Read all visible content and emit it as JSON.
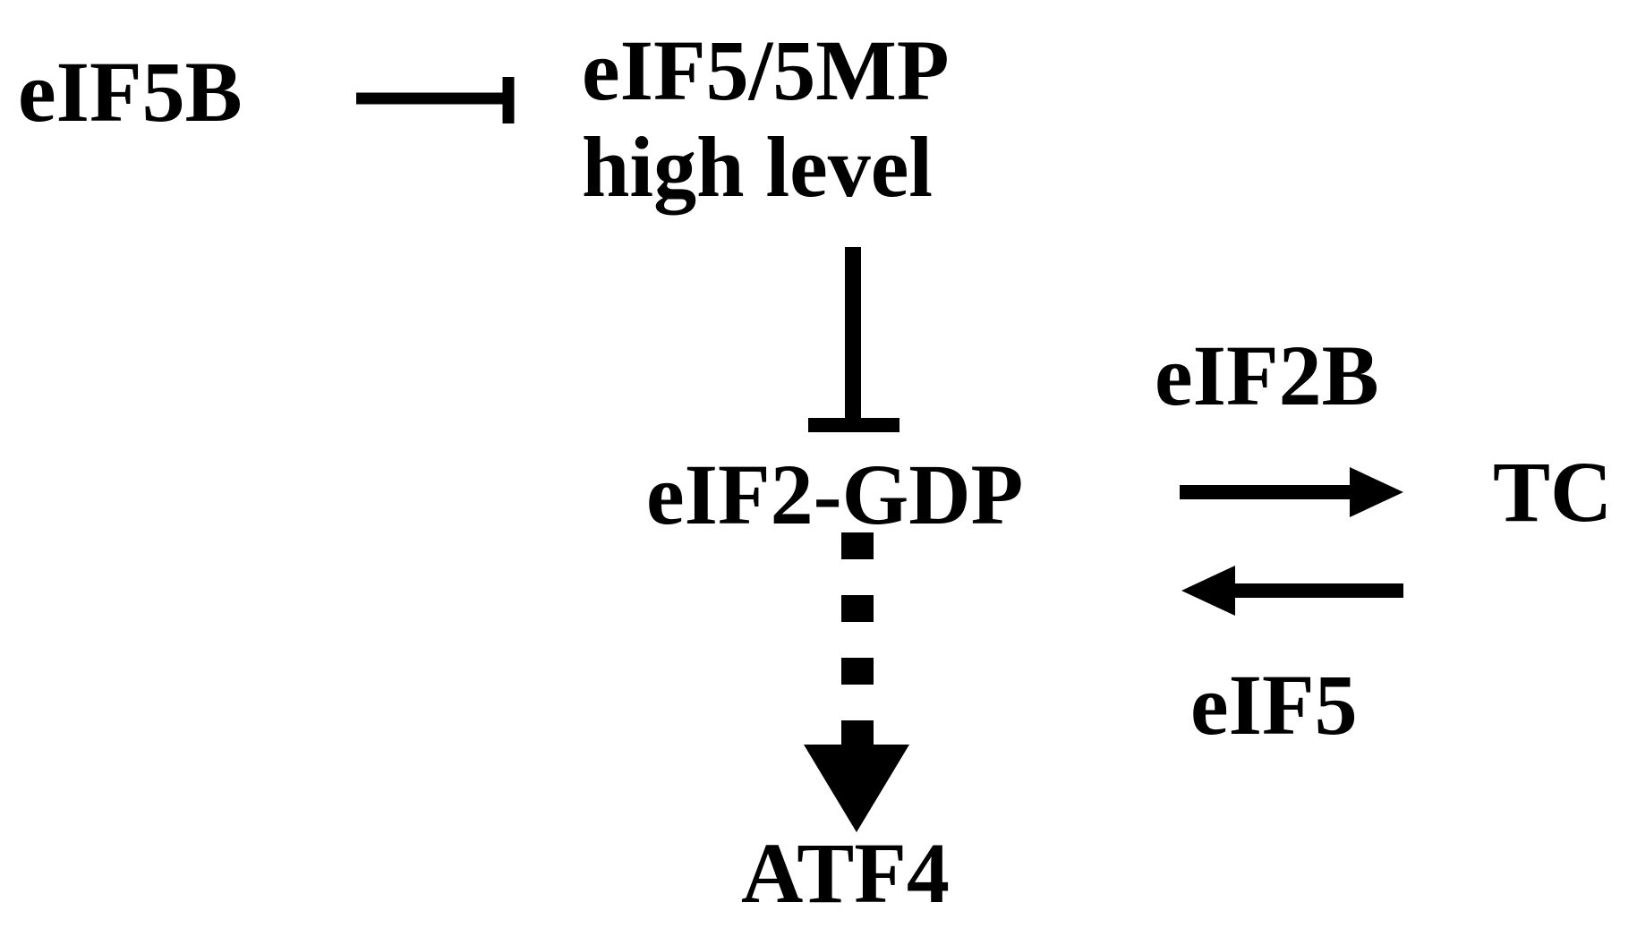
{
  "nodes": {
    "eif5b": "eIF5B",
    "eif5mp_line1": "eIF5/5MP",
    "eif5mp_line2": "high level",
    "eif2b": "eIF2B",
    "eif2gdp": "eIF2-GDP",
    "tc": "TC",
    "eif5": "eIF5",
    "atf4": "ATF4"
  },
  "colors": {
    "ink": "#000000",
    "background": "#ffffff"
  }
}
